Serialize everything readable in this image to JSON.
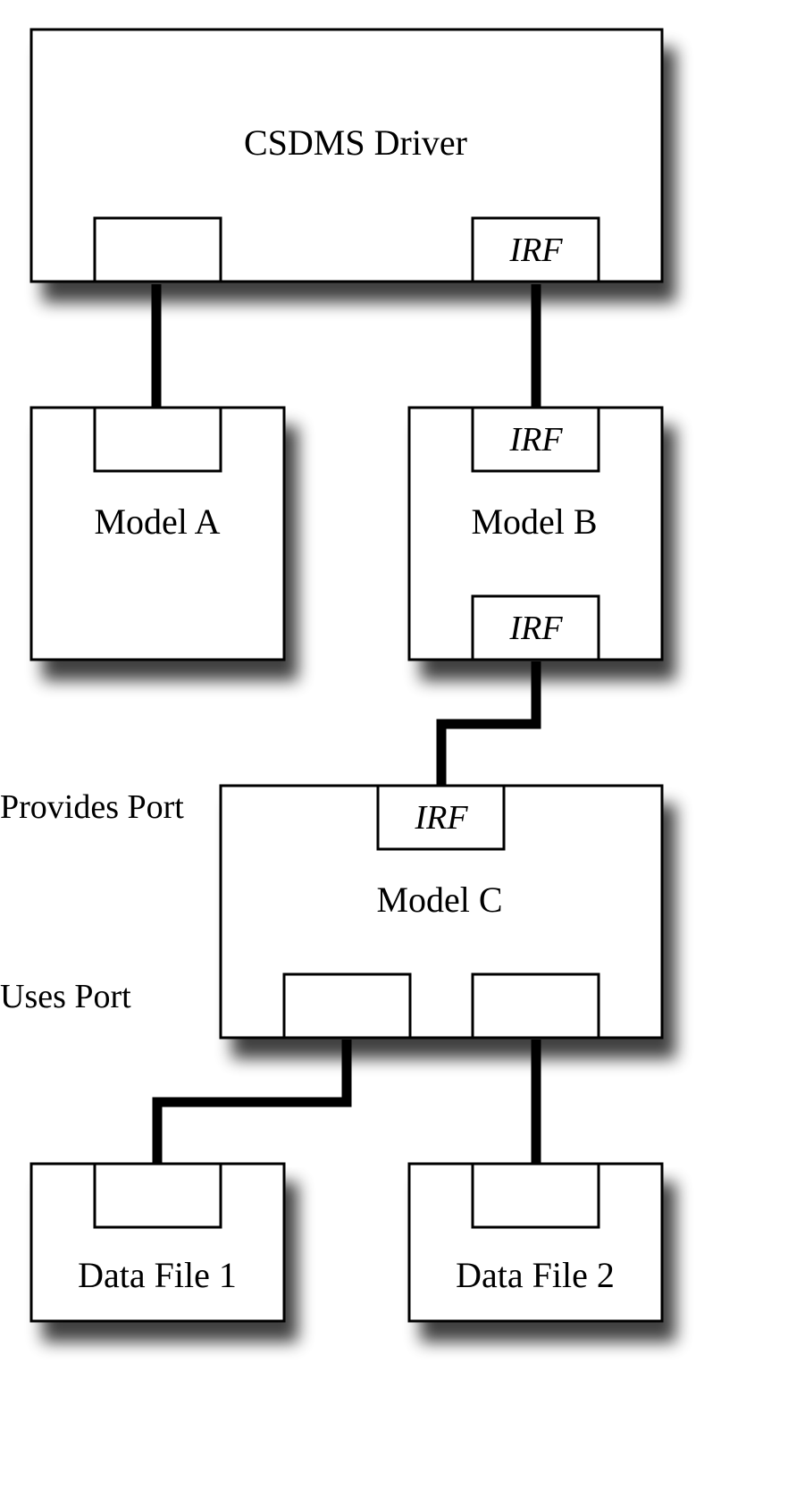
{
  "diagram": {
    "driver": {
      "label": "CSDMS Driver",
      "left_port": "",
      "right_port": "IRF"
    },
    "model_a": {
      "label": "Model A",
      "top_port": ""
    },
    "model_b": {
      "label": "Model B",
      "top_port": "IRF",
      "bottom_port": "IRF"
    },
    "model_c": {
      "label": "Model C",
      "top_port": "IRF",
      "left_port": "",
      "right_port": ""
    },
    "data_file_1": {
      "label": "Data File 1",
      "top_port": ""
    },
    "data_file_2": {
      "label": "Data File 2",
      "top_port": ""
    },
    "legend": {
      "provides": "Provides Port",
      "uses": "Uses Port"
    }
  }
}
